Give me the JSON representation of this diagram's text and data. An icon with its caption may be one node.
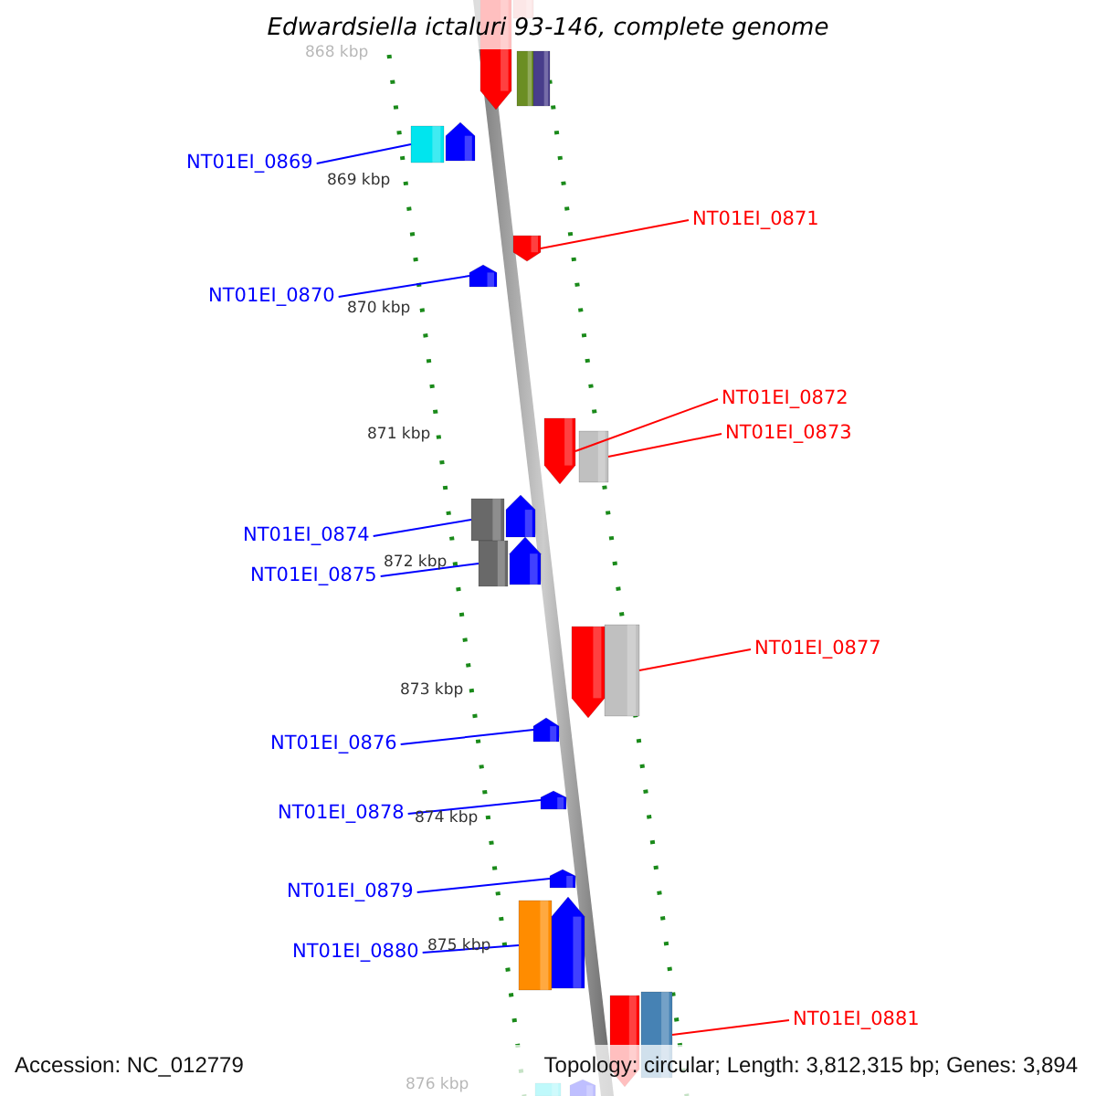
{
  "diagram": {
    "title": "Edwardsiella ictaluri 93-146, complete genome",
    "nodes": [
      {
        "text": [
          "NT01EI_0869"
        ]
      },
      {
        "text": [],
        "shape": "box"
      },
      {
        "text": [
          "NT01EI_0871"
        ]
      },
      {
        "text": [],
        "shape": "arrow"
      },
      {
        "text": [
          "NT01EI_0870"
        ]
      },
      {
        "text": [],
        "shape": "arrow"
      },
      {
        "text": [
          "NT01EI_0872"
        ]
      },
      {
        "text": [],
        "shape": "arrow"
      },
      {
        "text": [
          "NT01EI_0873"
        ]
      },
      {
        "text": [],
        "shape": "box"
      },
      {
        "text": [
          "NT01EI_0874"
        ]
      },
      {
        "text": [],
        "shape": "box"
      },
      {
        "text": [
          "NT01EI_0875"
        ]
      },
      {
        "text": [],
        "shape": "box"
      },
      {
        "text": [
          "NT01EI_0877"
        ]
      },
      {
        "text": [],
        "shape": "box"
      },
      {
        "text": [
          "NT01EI_0876"
        ]
      },
      {
        "text": [],
        "shape": "arrow"
      },
      {
        "text": [
          "NT01EI_0878"
        ]
      },
      {
        "text": [],
        "shape": "arrow"
      },
      {
        "text": [
          "NT01EI_0879"
        ]
      },
      {
        "text": [],
        "shape": "arrow"
      },
      {
        "text": [
          "NT01EI_0880"
        ]
      },
      {
        "text": [],
        "shape": "box"
      },
      {
        "text": [
          "NT01EI_0881"
        ]
      },
      {
        "text": [],
        "shape": "box"
      },
      {
        "text": [],
        "shape": "arrow"
      },
      {
        "text": [],
        "shape": "box"
      },
      {
        "text": [],
        "shape": "box"
      },
      {
        "text": [],
        "shape": "box"
      },
      {
        "text": [],
        "shape": "arrow"
      },
      {
        "text": [],
        "shape": "arrow"
      },
      {
        "text": [],
        "shape": "arrow"
      },
      {
        "text": [],
        "shape": "arrow"
      },
      {
        "text": [],
        "shape": "arrow"
      },
      {
        "text": [],
        "shape": "arrow"
      },
      {
        "text": [],
        "shape": "box"
      },
      {
        "text": [],
        "shape": "arrow"
      }
    ],
    "edges": [
      {
        "from": 0,
        "to": 1,
        "arrow": "none"
      },
      {
        "from": 2,
        "to": 3,
        "arrow": "none",
        "color": "#ff0000"
      },
      {
        "from": 4,
        "to": 5,
        "arrow": "none"
      },
      {
        "from": 6,
        "to": 7,
        "arrow": "none",
        "color": "#ff0000"
      },
      {
        "from": 8,
        "to": 9,
        "arrow": "none",
        "color": "#ff0000"
      },
      {
        "from": 10,
        "to": 11,
        "arrow": "none"
      },
      {
        "from": 12,
        "to": 13,
        "arrow": "none"
      },
      {
        "from": 14,
        "to": 15,
        "arrow": "none",
        "color": "#ff0000"
      },
      {
        "from": 16,
        "to": 17,
        "arrow": "none"
      },
      {
        "from": 18,
        "to": 19,
        "arrow": "none"
      },
      {
        "from": 20,
        "to": 21,
        "arrow": "none"
      },
      {
        "from": 22,
        "to": 23,
        "arrow": "none"
      },
      {
        "from": 24,
        "to": 25,
        "arrow": "none",
        "color": "#ff0000"
      }
    ],
    "labels": [
      "868 kbp",
      "869 kbp",
      "870 kbp",
      "871 kbp",
      "872 kbp",
      "873 kbp",
      "874 kbp",
      "875 kbp",
      "876 kbp",
      "Accession: NC_012779",
      "Topology: circular; Length: 3,812,315 bp; Genes: 3,894"
    ]
  }
}
